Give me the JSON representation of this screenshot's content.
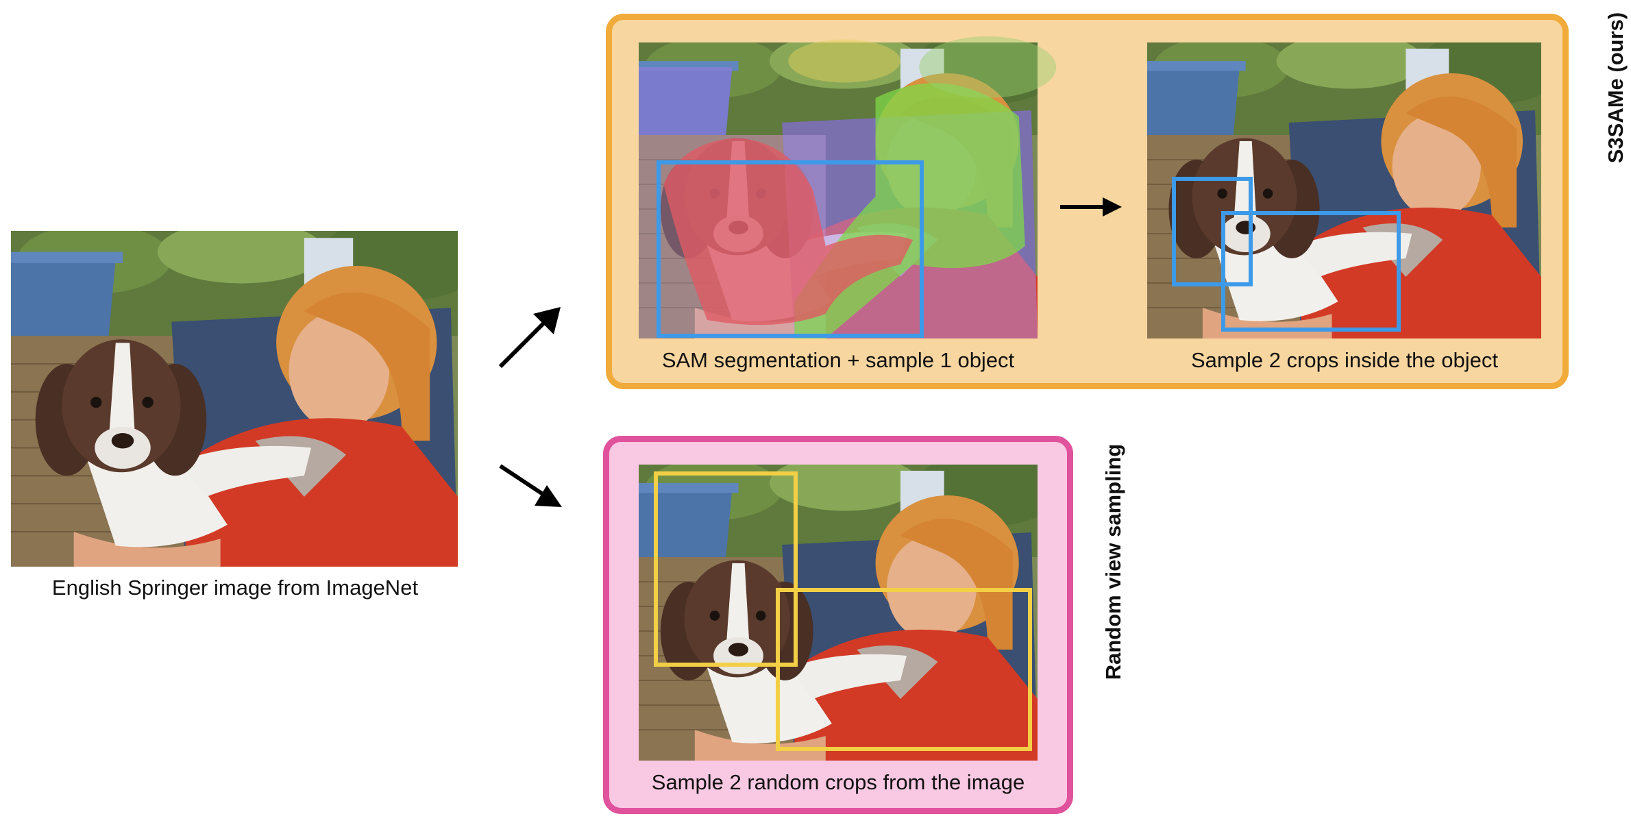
{
  "original": {
    "caption": "English Springer image from ImageNet"
  },
  "s3same": {
    "side_label": "S3SAMe (ours)",
    "step1_caption": "SAM segmentation + sample 1 object",
    "step2_caption": "Sample 2 crops inside the object"
  },
  "random": {
    "side_label": "Random view sampling",
    "caption": "Sample 2 random crops from the image"
  },
  "colors": {
    "orange_panel_fill": "#f8d6a0",
    "orange_panel_border": "#f0ab3a",
    "pink_panel_fill": "#f9c9e3",
    "pink_panel_border": "#e0529c",
    "object_crop_box": "#3d9ae8",
    "random_crop_box": "#f3cf45",
    "mask_dog": "#e05a63",
    "mask_person": "#7fd84a",
    "mask_chair": "#b08ce0",
    "mask_pot": "#8a7ed8"
  },
  "icons": [
    "arrow-up-right-icon",
    "arrow-down-right-icon",
    "arrow-right-icon"
  ]
}
